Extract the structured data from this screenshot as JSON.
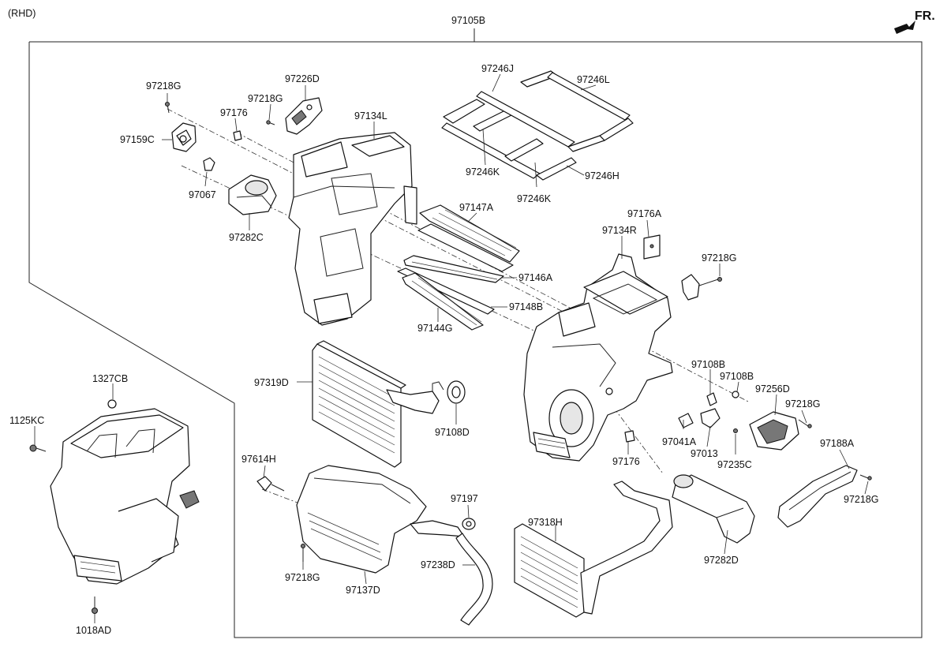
{
  "header": {
    "variant": "(RHD)",
    "front_marker": "FR."
  },
  "assembly": {
    "number": "97105B"
  },
  "labels": {
    "p97218G_a": "97218G",
    "p97226D": "97226D",
    "p97218G_b": "97218G",
    "p97176_a": "97176",
    "p97159C": "97159C",
    "p97067": "97067",
    "p97282C": "97282C",
    "p97134L": "97134L",
    "p97246J": "97246J",
    "p97246L": "97246L",
    "p97246K_a": "97246K",
    "p97246K_b": "97246K",
    "p97246H": "97246H",
    "p97147A": "97147A",
    "p97176A": "97176A",
    "p97134R": "97134R",
    "p97218G_c": "97218G",
    "p97146A": "97146A",
    "p97148B": "97148B",
    "p97144G": "97144G",
    "p97319D": "97319D",
    "p97108D": "97108D",
    "p97108B_a": "97108B",
    "p97108B_b": "97108B",
    "p97256D": "97256D",
    "p97218G_d": "97218G",
    "p97041A": "97041A",
    "p97013": "97013",
    "p97235C": "97235C",
    "p97176_b": "97176",
    "p97188A": "97188A",
    "p97218G_e": "97218G",
    "p97614H": "97614H",
    "p97197": "97197",
    "p97318H": "97318H",
    "p97238D": "97238D",
    "p97218G_f": "97218G",
    "p97137D": "97137D",
    "p97282D": "97282D",
    "p1327CB": "1327CB",
    "p1125KC": "1125KC",
    "p1018AD": "1018AD"
  }
}
